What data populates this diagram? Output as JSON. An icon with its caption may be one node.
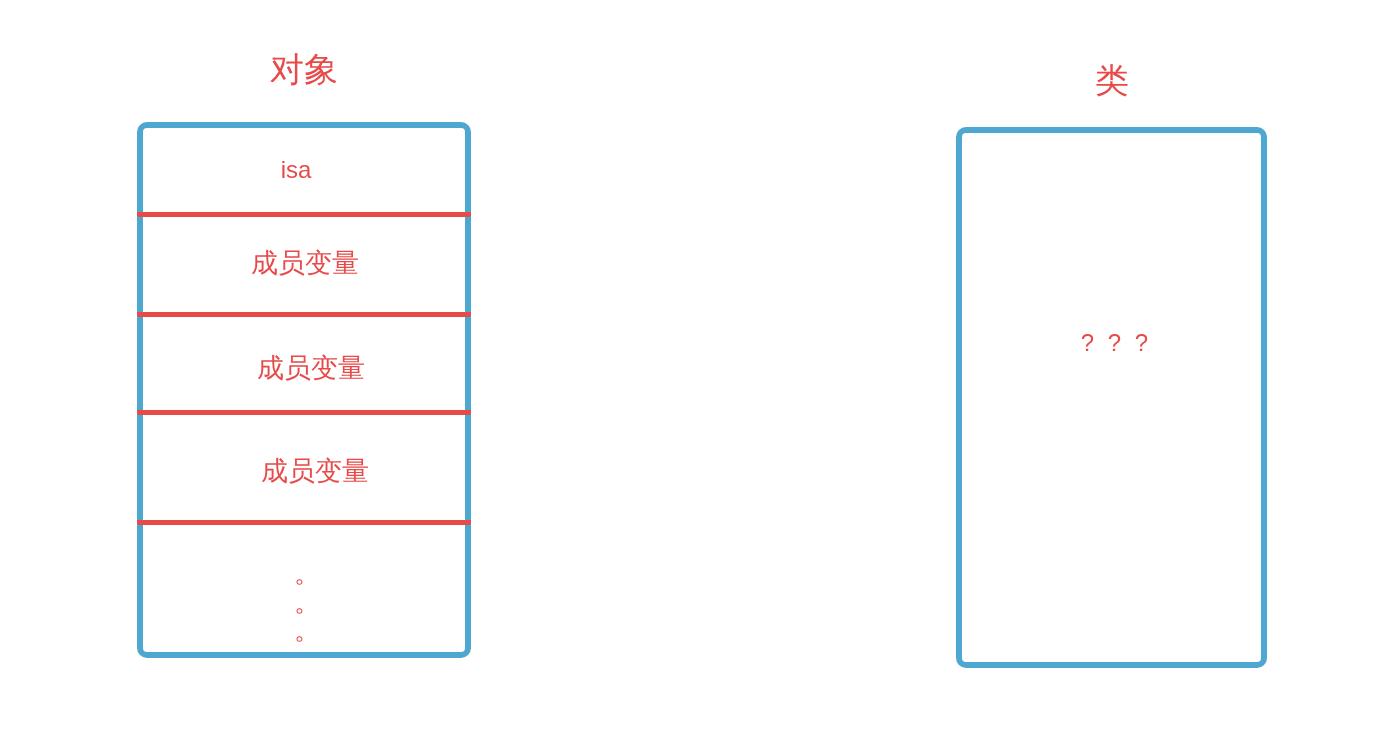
{
  "diagram": {
    "nodes": [
      {
        "text": [
          "对象"
        ]
      },
      {
        "text": [
          "isa"
        ],
        "in": 0
      },
      {
        "text": [
          "成员变量"
        ],
        "in": 0
      },
      {
        "text": [
          "成员变量"
        ],
        "in": 0
      },
      {
        "text": [
          "成员变量"
        ],
        "in": 0
      },
      {
        "text": [
          "。。。"
        ],
        "in": 0
      },
      {
        "text": [
          "类",
          "? ? ?"
        ]
      }
    ]
  }
}
